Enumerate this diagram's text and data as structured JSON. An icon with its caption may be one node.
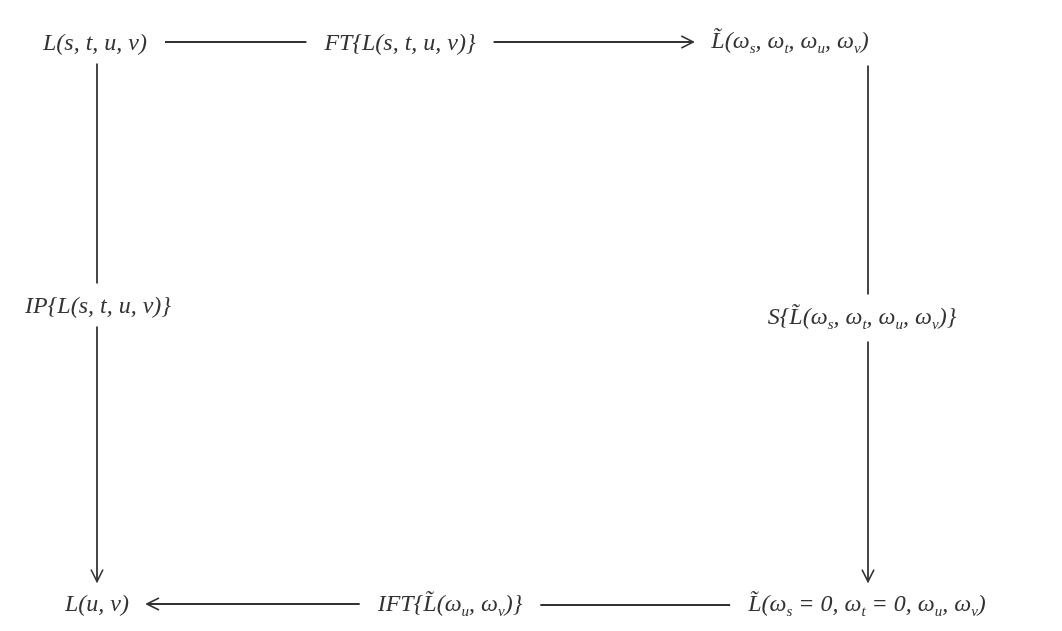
{
  "diagram": {
    "nodes": [
      {
        "text": [
          "L(s, t, u, v)"
        ]
      },
      {
        "text": [
          "FT{L(s, t, u, v)}"
        ]
      },
      {
        "text": [
          "L̃(ω$_{s}$, ω$_{t}$, ω$_{u}$, ω$_{v}$)"
        ]
      },
      {
        "text": [
          "IP{L(s, t, u, v)}"
        ]
      },
      {
        "text": [
          "S{L̃(ω$_{s}$, ω$_{t}$, ω$_{u}$, ω$_{v}$)}"
        ]
      },
      {
        "text": [
          "L(u, v)"
        ]
      },
      {
        "text": [
          "IFT{L̃(ω$_{u}$, ω$_{v}$)}"
        ]
      },
      {
        "text": [
          "L̃(ω$_{s}$ = 0, ω$_{t}$ = 0, ω$_{u}$, ω$_{v}$)"
        ]
      }
    ],
    "edges": [
      {
        "from": 0,
        "to": 1,
        "arrow": "none"
      },
      {
        "from": 1,
        "to": 2,
        "arrow": "to"
      },
      {
        "from": 0,
        "to": 3,
        "arrow": "none"
      },
      {
        "from": 3,
        "to": 5,
        "arrow": "to"
      },
      {
        "from": 2,
        "to": 4,
        "arrow": "none"
      },
      {
        "from": 4,
        "to": 7,
        "arrow": "to"
      },
      {
        "from": 7,
        "to": 6,
        "arrow": "none"
      },
      {
        "from": 6,
        "to": 5,
        "arrow": "to"
      }
    ]
  }
}
